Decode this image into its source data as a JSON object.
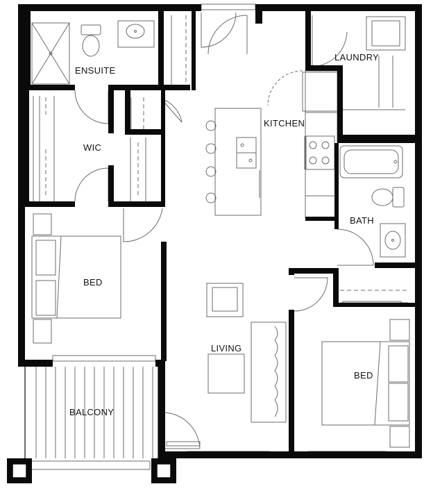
{
  "rooms": {
    "ensuite": "ENSUITE",
    "laundry": "LAUNDRY",
    "kitchen": "KITCHEN",
    "wic": "WIC",
    "bath": "BATH",
    "bed_left": "BED",
    "living": "LIVING",
    "bed_right": "BED",
    "balcony": "BALCONY"
  },
  "colors": {
    "wall": "#0a0a0a",
    "line": "#6b6b6b",
    "background": "#ffffff"
  }
}
